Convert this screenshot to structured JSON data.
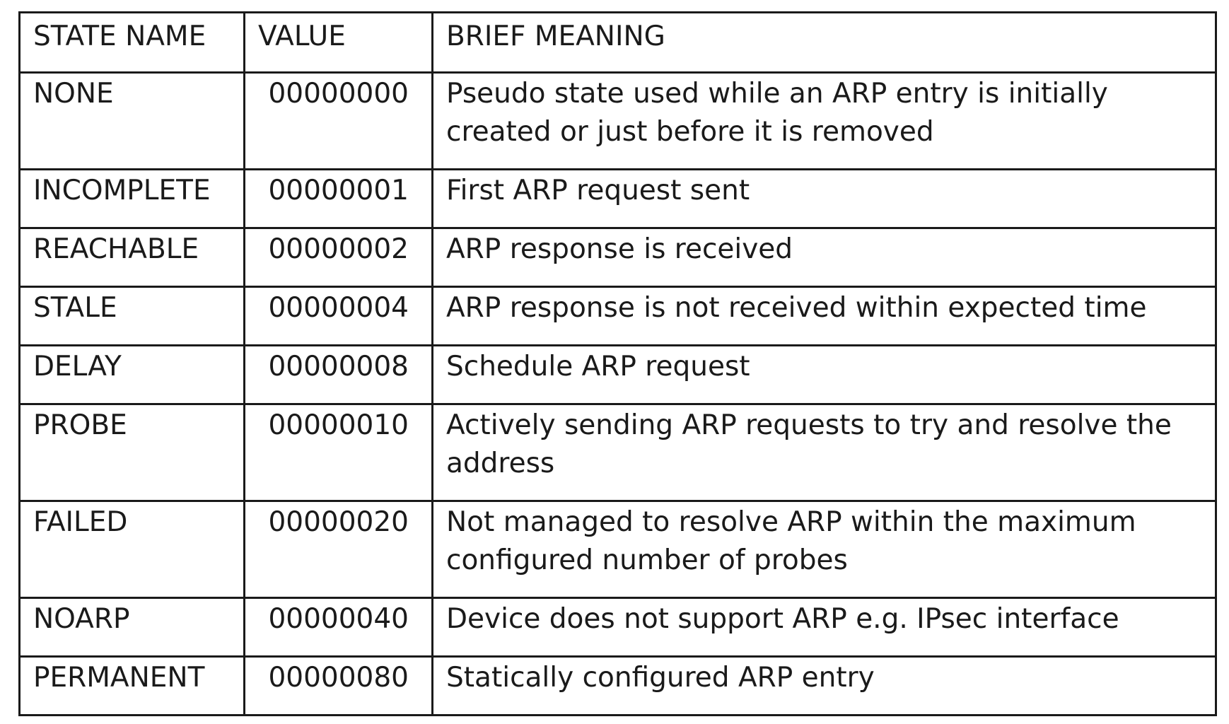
{
  "headers": {
    "name": "STATE NAME",
    "value": "VALUE",
    "meaning": "BRIEF MEANING"
  },
  "rows": [
    {
      "name": "NONE",
      "value": "00000000",
      "meaning": "Pseudo state used while an ARP entry is initially created or just before it is removed"
    },
    {
      "name": "INCOMPLETE",
      "value": "00000001",
      "meaning": "First ARP request sent"
    },
    {
      "name": "REACHABLE",
      "value": "00000002",
      "meaning": "ARP response is received"
    },
    {
      "name": "STALE",
      "value": "00000004",
      "meaning": "ARP response is not received within expected time"
    },
    {
      "name": "DELAY",
      "value": "00000008",
      "meaning": "Schedule ARP request"
    },
    {
      "name": "PROBE",
      "value": "00000010",
      "meaning": "Actively sending ARP requests to try and resolve the address"
    },
    {
      "name": "FAILED",
      "value": "00000020",
      "meaning": "Not managed to resolve ARP within the maximum configured number of probes"
    },
    {
      "name": "NOARP",
      "value": "00000040",
      "meaning": "Device does not support ARP e.g. IPsec interface"
    },
    {
      "name": "PERMANENT",
      "value": "00000080",
      "meaning": "Statically configured ARP entry"
    }
  ]
}
